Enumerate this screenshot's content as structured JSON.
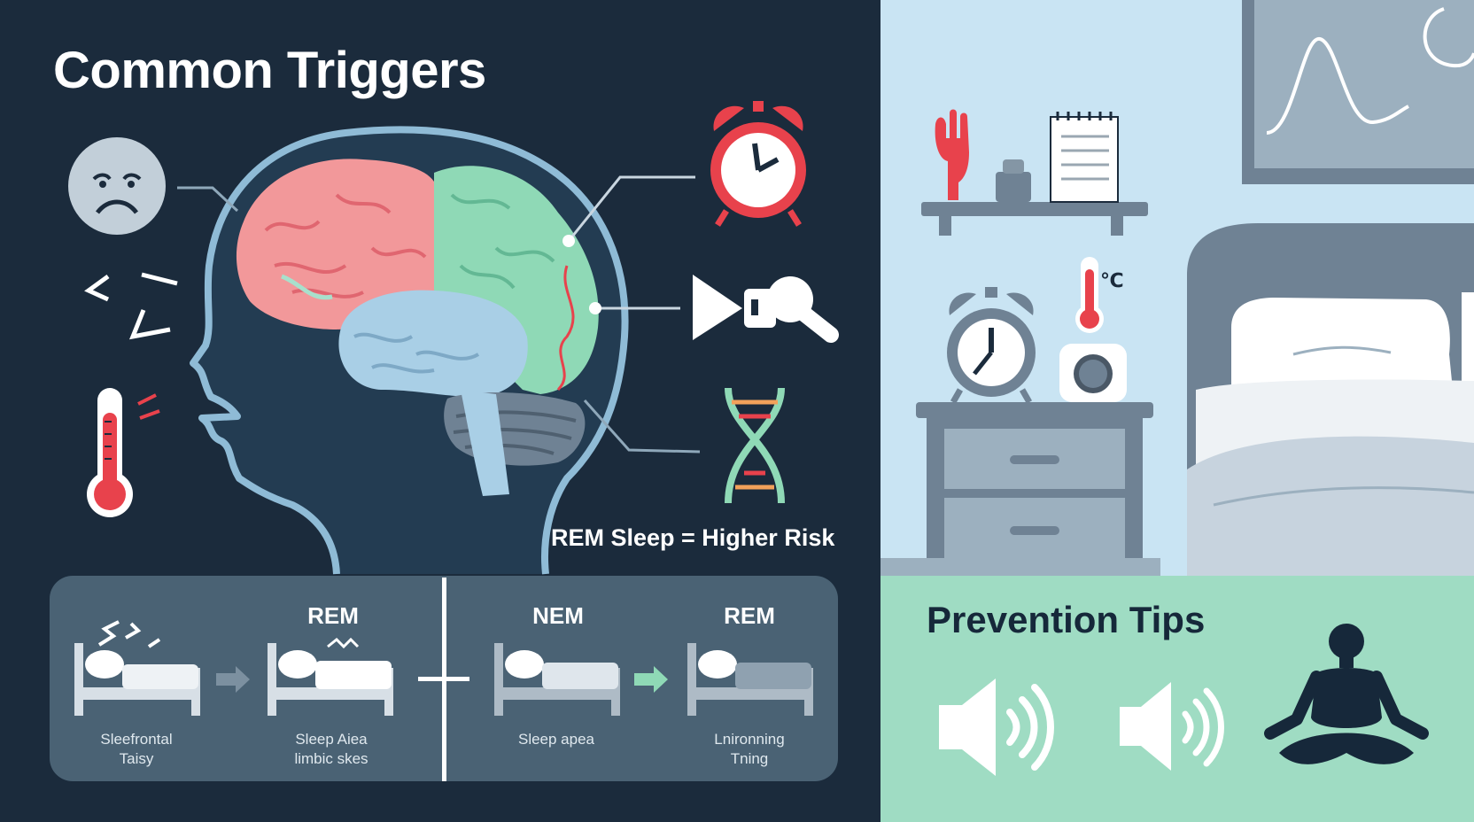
{
  "left_panel": {
    "title": "Common Triggers",
    "rem_note": "REM Sleep = Higher Risk"
  },
  "trigger_icons": [
    "sad-face-icon",
    "stress-lines-icon",
    "thermometer-icon",
    "alarm-clock-icon",
    "light-noise-icon",
    "dna-icon"
  ],
  "brain_colors": {
    "frontal": "#f2989a",
    "parietal": "#8fd9b6",
    "temporal": "#a9cfe6",
    "cerebellum": "#6f8294"
  },
  "timeline": {
    "stages": [
      {
        "label": "",
        "caption_line1": "Sleefrontal",
        "caption_line2": "Taisy"
      },
      {
        "label": "REM",
        "caption_line1": "Sleep Aiea",
        "caption_line2": "limbic skes"
      },
      {
        "label": "NEM",
        "caption_line1": "Sleep apea",
        "caption_line2": ""
      },
      {
        "label": "REM",
        "caption_line1": "Lnironning",
        "caption_line2": "Tning"
      }
    ]
  },
  "right_panel": {
    "thermometer_label": "℃",
    "tips_title": "Prevention Tips"
  },
  "tip_icons": [
    "speaker-icon",
    "speaker-icon",
    "meditation-icon"
  ],
  "colors": {
    "dark_bg": "#1b2b3c",
    "light_bg": "#c9e4f3",
    "mint_bg": "#9fdcc3",
    "accent_red": "#e8424c"
  }
}
